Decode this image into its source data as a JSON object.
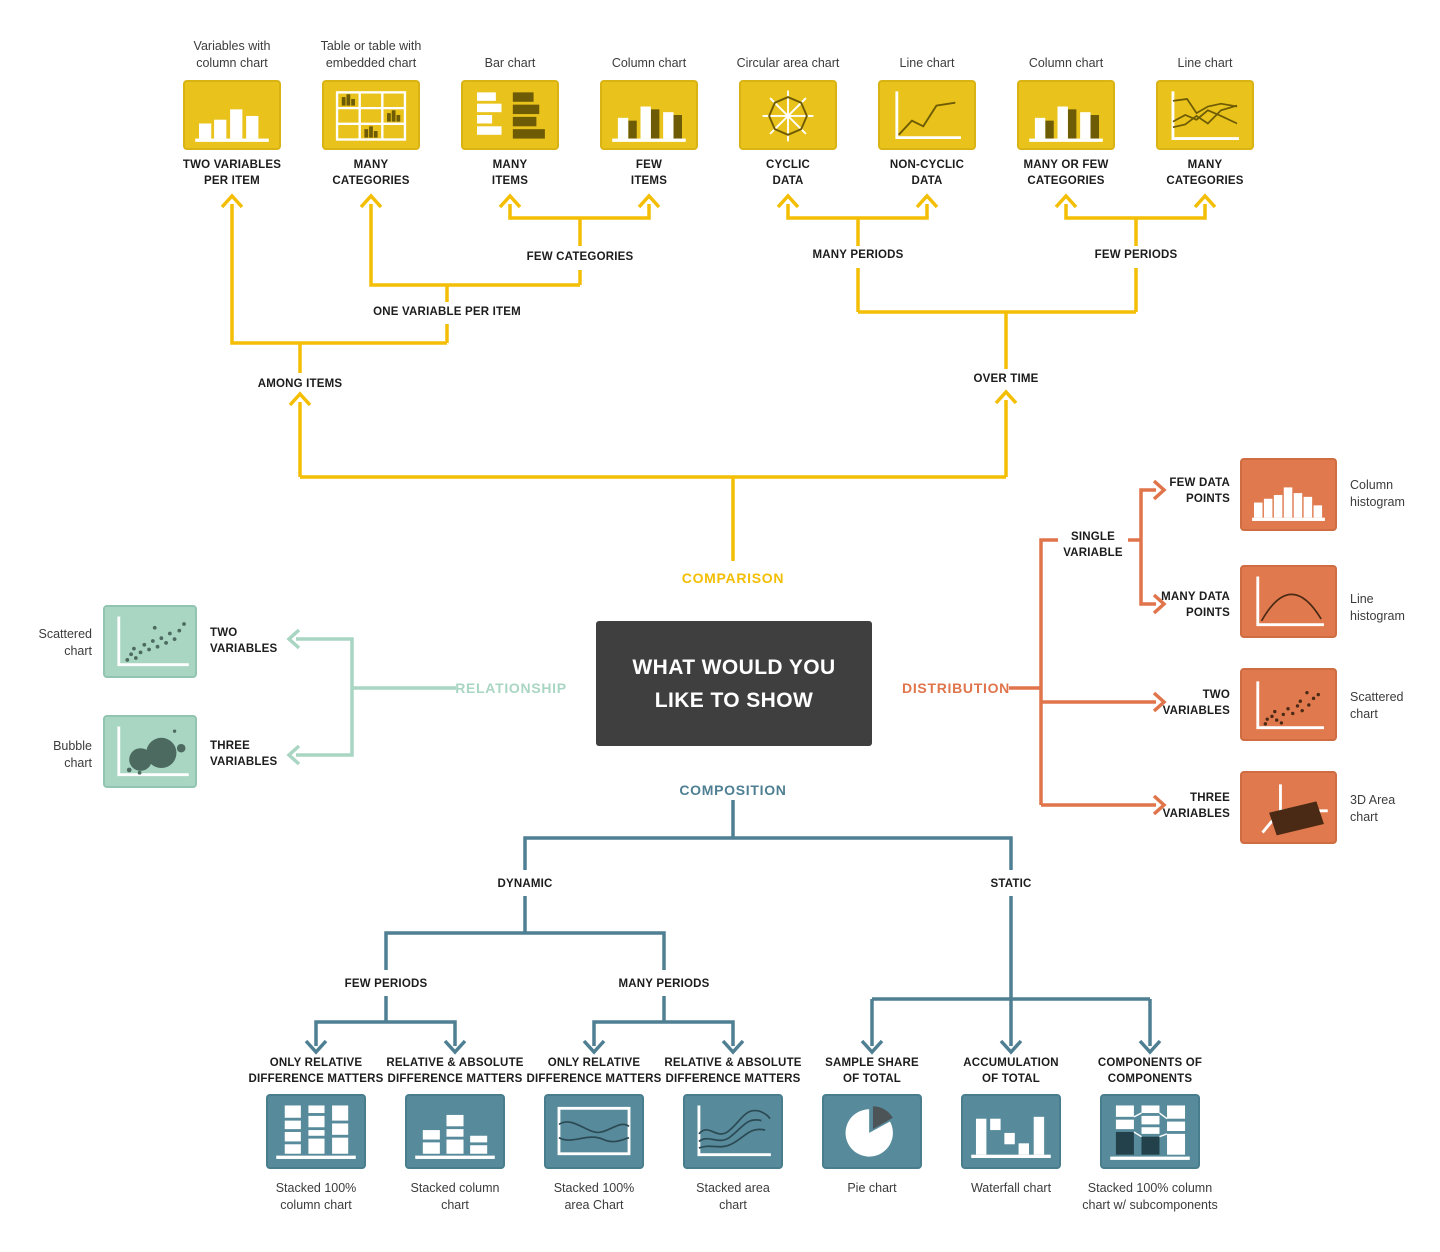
{
  "colors": {
    "comparison": "#F3BE04",
    "relationship": "#A9D6C3",
    "distribution": "#E0744B",
    "composition": "#4E7F92",
    "center_box": "#3F3F3F"
  },
  "center": {
    "title": [
      "WHAT WOULD YOU",
      "LIKE TO SHOW"
    ]
  },
  "comparison": {
    "label": "COMPARISON",
    "connectors": {
      "few_categories": "FEW CATEGORIES",
      "one_variable_per_item": "ONE VARIABLE PER ITEM",
      "among_items": "AMONG ITEMS",
      "many_periods": "MANY PERIODS",
      "few_periods": "FEW PERIODS",
      "over_time": "OVER TIME"
    },
    "items": [
      {
        "caption": [
          "Variables with",
          "column chart"
        ],
        "label": [
          "TWO VARIABLES",
          "PER ITEM"
        ],
        "icon": "grouped-column-chart"
      },
      {
        "caption": [
          "Table or table with",
          "embedded chart"
        ],
        "label": [
          "MANY",
          "CATEGORIES"
        ],
        "icon": "table-chart"
      },
      {
        "caption": [
          "Bar chart"
        ],
        "label": [
          "MANY",
          "ITEMS"
        ],
        "icon": "bar-chart"
      },
      {
        "caption": [
          "Column chart"
        ],
        "label": [
          "FEW",
          "ITEMS"
        ],
        "icon": "column-chart"
      },
      {
        "caption": [
          "Circular area chart"
        ],
        "label": [
          "CYCLIC",
          "DATA"
        ],
        "icon": "circular-area-chart"
      },
      {
        "caption": [
          "Line chart"
        ],
        "label": [
          "NON-CYCLIC",
          "DATA"
        ],
        "icon": "line-chart"
      },
      {
        "caption": [
          "Column chart"
        ],
        "label": [
          "MANY OR FEW",
          "CATEGORIES"
        ],
        "icon": "column-chart"
      },
      {
        "caption": [
          "Line chart"
        ],
        "label": [
          "MANY",
          "CATEGORIES"
        ],
        "icon": "multi-line-chart"
      }
    ]
  },
  "relationship": {
    "label": "RELATIONSHIP",
    "items": [
      {
        "caption": [
          "Scattered",
          "chart"
        ],
        "branch": [
          "TWO",
          "VARIABLES"
        ],
        "icon": "scatter-chart"
      },
      {
        "caption": [
          "Bubble",
          "chart"
        ],
        "branch": [
          "THREE",
          "VARIABLES"
        ],
        "icon": "bubble-chart"
      }
    ]
  },
  "distribution": {
    "label": "DISTRIBUTION",
    "single_variable": [
      "SINGLE",
      "VARIABLE"
    ],
    "items": [
      {
        "branch": [
          "FEW DATA",
          "POINTS"
        ],
        "caption": [
          "Column",
          "histogram"
        ],
        "icon": "column-histogram"
      },
      {
        "branch": [
          "MANY DATA",
          "POINTS"
        ],
        "caption": [
          "Line",
          "histogram"
        ],
        "icon": "line-histogram"
      },
      {
        "branch": [
          "TWO",
          "VARIABLES"
        ],
        "caption": [
          "Scattered",
          "chart"
        ],
        "icon": "scatter-chart"
      },
      {
        "branch": [
          "THREE",
          "VARIABLES"
        ],
        "caption": [
          "3D Area",
          "chart"
        ],
        "icon": "3d-area-chart"
      }
    ]
  },
  "composition": {
    "label": "COMPOSITION",
    "dynamic_label": "DYNAMIC",
    "static_label": "STATIC",
    "few_periods": "FEW PERIODS",
    "many_periods": "MANY PERIODS",
    "items": [
      {
        "branch": [
          "ONLY RELATIVE",
          "DIFFERENCE MATTERS"
        ],
        "caption": [
          "Stacked 100%",
          "column chart"
        ],
        "icon": "stacked-100-column-chart"
      },
      {
        "branch": [
          "RELATIVE & ABSOLUTE",
          "DIFFERENCE MATTERS"
        ],
        "caption": [
          "Stacked column",
          "chart"
        ],
        "icon": "stacked-column-chart"
      },
      {
        "branch": [
          "ONLY RELATIVE",
          "DIFFERENCE MATTERS"
        ],
        "caption": [
          "Stacked 100%",
          "area Chart"
        ],
        "icon": "stacked-100-area-chart"
      },
      {
        "branch": [
          "RELATIVE & ABSOLUTE",
          "DIFFERENCE MATTERS"
        ],
        "caption": [
          "Stacked area",
          "chart"
        ],
        "icon": "stacked-area-chart"
      },
      {
        "branch": [
          "SAMPLE SHARE",
          "OF TOTAL"
        ],
        "caption": [
          "Pie chart"
        ],
        "icon": "pie-chart"
      },
      {
        "branch": [
          "ACCUMULATION",
          "OF TOTAL"
        ],
        "caption": [
          "Waterfall chart"
        ],
        "icon": "waterfall-chart"
      },
      {
        "branch": [
          "COMPONENTS OF",
          "COMPONENTS"
        ],
        "caption": [
          "Stacked 100% column",
          "chart w/ subcomponents"
        ],
        "icon": "stacked-100-column-subcomponents-chart"
      }
    ]
  }
}
